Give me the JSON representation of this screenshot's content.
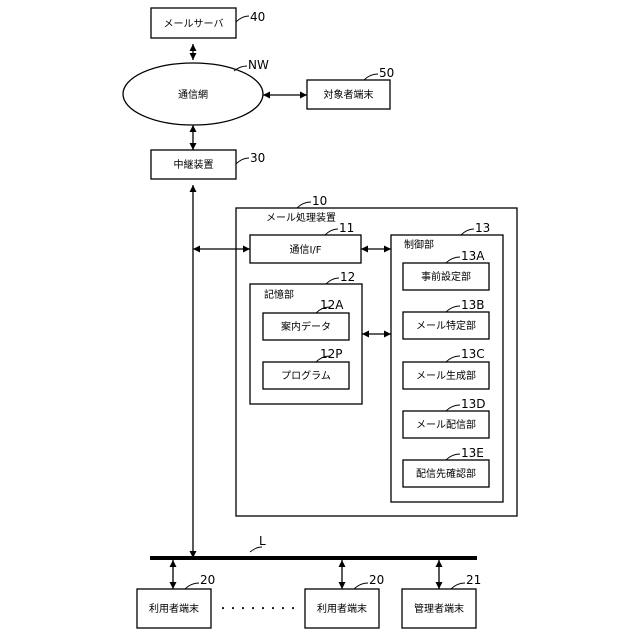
{
  "nodes": {
    "mail_server": {
      "label": "メールサーバ",
      "ref": "40"
    },
    "network": {
      "label": "通信網",
      "ref": "NW"
    },
    "target_terminal": {
      "label": "対象者端末",
      "ref": "50"
    },
    "relay": {
      "label": "中継装置",
      "ref": "30"
    },
    "mail_processor": {
      "label": "メール処理装置",
      "ref": "10"
    },
    "comm_if": {
      "label": "通信I/F",
      "ref": "11"
    },
    "storage": {
      "label": "記憶部",
      "ref": "12"
    },
    "guide_data": {
      "label": "案内データ",
      "ref": "12A"
    },
    "program": {
      "label": "プログラム",
      "ref": "12P"
    },
    "controller": {
      "label": "制御部",
      "ref": "13"
    },
    "pre_setting": {
      "label": "事前設定部",
      "ref": "13A"
    },
    "mail_identify": {
      "label": "メール特定部",
      "ref": "13B"
    },
    "mail_generate": {
      "label": "メール生成部",
      "ref": "13C"
    },
    "mail_deliver": {
      "label": "メール配信部",
      "ref": "13D"
    },
    "dest_confirm": {
      "label": "配信先確認部",
      "ref": "13E"
    },
    "lan": {
      "ref": "L"
    },
    "user_terminal_1": {
      "label": "利用者端末",
      "ref": "20"
    },
    "user_terminal_2": {
      "label": "利用者端末",
      "ref": "20"
    },
    "admin_terminal": {
      "label": "管理者端末",
      "ref": "21"
    }
  },
  "ellipsis": "・・・・・・・・"
}
